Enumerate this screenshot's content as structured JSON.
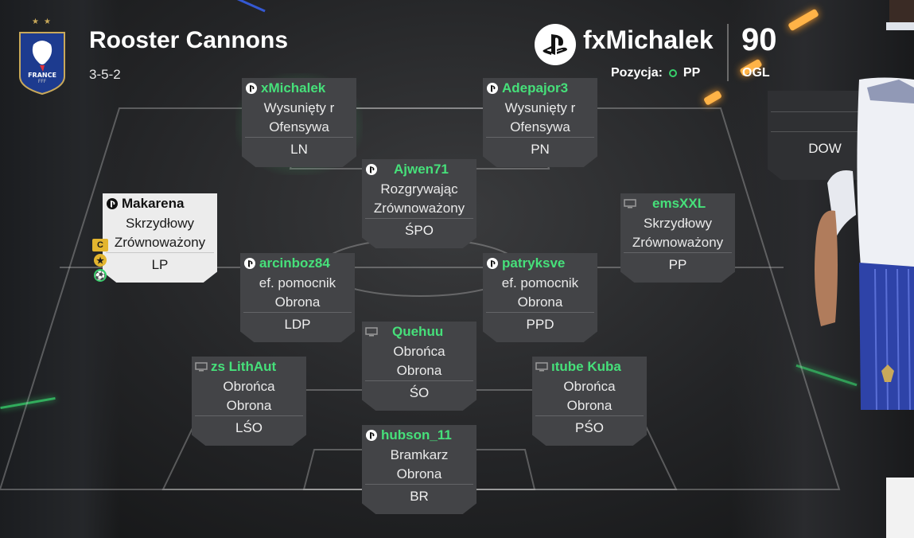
{
  "team": {
    "name": "Rooster Cannons",
    "formation": "3-5-2",
    "crest_text": "FRANCE",
    "crest_subtext": "FFF",
    "crest_stars": "★★"
  },
  "user": {
    "platform_icon": "playstation-icon",
    "name": "fxMichalek",
    "position_label": "Pozycja:",
    "position": "PP",
    "overall": "90",
    "overall_label": "OGL"
  },
  "players": [
    {
      "id": "ln",
      "name": "xMichalek",
      "platform": "playstation",
      "role": "Wysunięty r",
      "style": "Ofensywa",
      "position": "LN",
      "highlight": true
    },
    {
      "id": "pn",
      "name": "Adepajor3",
      "platform": "playstation",
      "role": "Wysunięty r",
      "style": "Ofensywa",
      "position": "PN"
    },
    {
      "id": "spo",
      "name": "Ajwen71",
      "platform": "playstation",
      "role": "Rozgrywając",
      "style": "Zrównoważony",
      "position": "ŚPO"
    },
    {
      "id": "lp",
      "name": "Makarena",
      "platform": "playstation",
      "role": "Skrzydłowy",
      "style": "Zrównoważony",
      "position": "LP",
      "selected": true
    },
    {
      "id": "pp",
      "name": "emsXXL",
      "platform": "pc",
      "role": "Skrzydłowy",
      "style": "Zrównoważony",
      "position": "PP"
    },
    {
      "id": "ldp",
      "name": "arcinboz84",
      "platform": "playstation",
      "role": "ef. pomocnik",
      "style": "Obrona",
      "position": "LDP"
    },
    {
      "id": "ppd",
      "name": "patryksve",
      "platform": "playstation",
      "role": "ef. pomocnik",
      "style": "Obrona",
      "position": "PPD"
    },
    {
      "id": "so",
      "name": "Quehuu",
      "platform": "pc",
      "role": "Obrońca",
      "style": "Obrona",
      "position": "ŚO"
    },
    {
      "id": "lso",
      "name": "zs LithAut",
      "platform": "pc",
      "role": "Obrońca",
      "style": "Obrona",
      "position": "LŚO"
    },
    {
      "id": "pso",
      "name": "ıtube Kuba",
      "platform": "pc",
      "role": "Obrońca",
      "style": "Obrona",
      "position": "PŚO"
    },
    {
      "id": "br",
      "name": "hubson_11",
      "platform": "playstation",
      "role": "Bramkarz",
      "style": "Obrona",
      "position": "BR"
    }
  ],
  "bench": {
    "position": "DOW"
  },
  "captain_badges": {
    "captain": "C",
    "star": "★",
    "extra": "⚽"
  },
  "colors": {
    "accent_green": "#46e07a",
    "card_bg": "#434447",
    "selected_card_bg": "#ececec"
  }
}
